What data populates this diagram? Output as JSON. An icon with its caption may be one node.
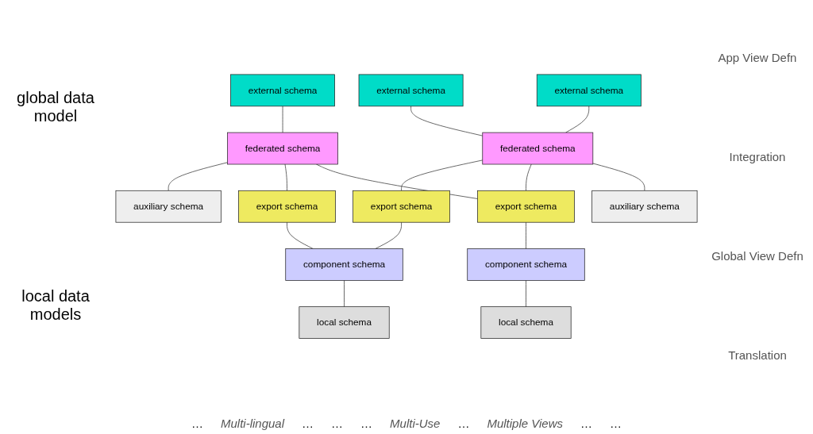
{
  "diagram": {
    "nodes": [
      {
        "text": [
          "external schema"
        ]
      },
      {
        "text": [
          "external schema"
        ]
      },
      {
        "text": [
          "external schema"
        ]
      },
      {
        "text": [
          "federated schema"
        ]
      },
      {
        "text": [
          "federated schema"
        ]
      },
      {
        "text": [
          "auxiliary schema"
        ]
      },
      {
        "text": [
          "auxiliary schema"
        ]
      },
      {
        "text": [
          "export schema"
        ]
      },
      {
        "text": [
          "export schema"
        ]
      },
      {
        "text": [
          "export schema"
        ]
      },
      {
        "text": [
          "component schema"
        ]
      },
      {
        "text": [
          "component schema"
        ]
      },
      {
        "text": [
          "local schema"
        ]
      },
      {
        "text": [
          "local schema"
        ]
      }
    ],
    "edges": [
      {
        "from": 0,
        "to": 3,
        "arrow": "none"
      },
      {
        "from": 1,
        "to": 4,
        "arrow": "none"
      },
      {
        "from": 2,
        "to": 4,
        "arrow": "none"
      },
      {
        "from": 3,
        "to": 5,
        "arrow": "none"
      },
      {
        "from": 3,
        "to": 7,
        "arrow": "none"
      },
      {
        "from": 3,
        "to": 9,
        "arrow": "none"
      },
      {
        "from": 4,
        "to": 8,
        "arrow": "none"
      },
      {
        "from": 4,
        "to": 9,
        "arrow": "none"
      },
      {
        "from": 4,
        "to": 6,
        "arrow": "none"
      },
      {
        "from": 7,
        "to": 10,
        "arrow": "none"
      },
      {
        "from": 8,
        "to": 10,
        "arrow": "none"
      },
      {
        "from": 9,
        "to": 11,
        "arrow": "none"
      },
      {
        "from": 10,
        "to": 12,
        "arrow": "none"
      },
      {
        "from": 11,
        "to": 13,
        "arrow": "none"
      }
    ],
    "labels": [
      "…",
      "App View Defn",
      "Multi-lingual",
      "…",
      "…",
      "…",
      "Integration",
      "Multi-Use",
      "…",
      "Global View Defn",
      "Multiple Views",
      "global data model",
      "…",
      "Translation",
      "local data models",
      "…"
    ]
  }
}
